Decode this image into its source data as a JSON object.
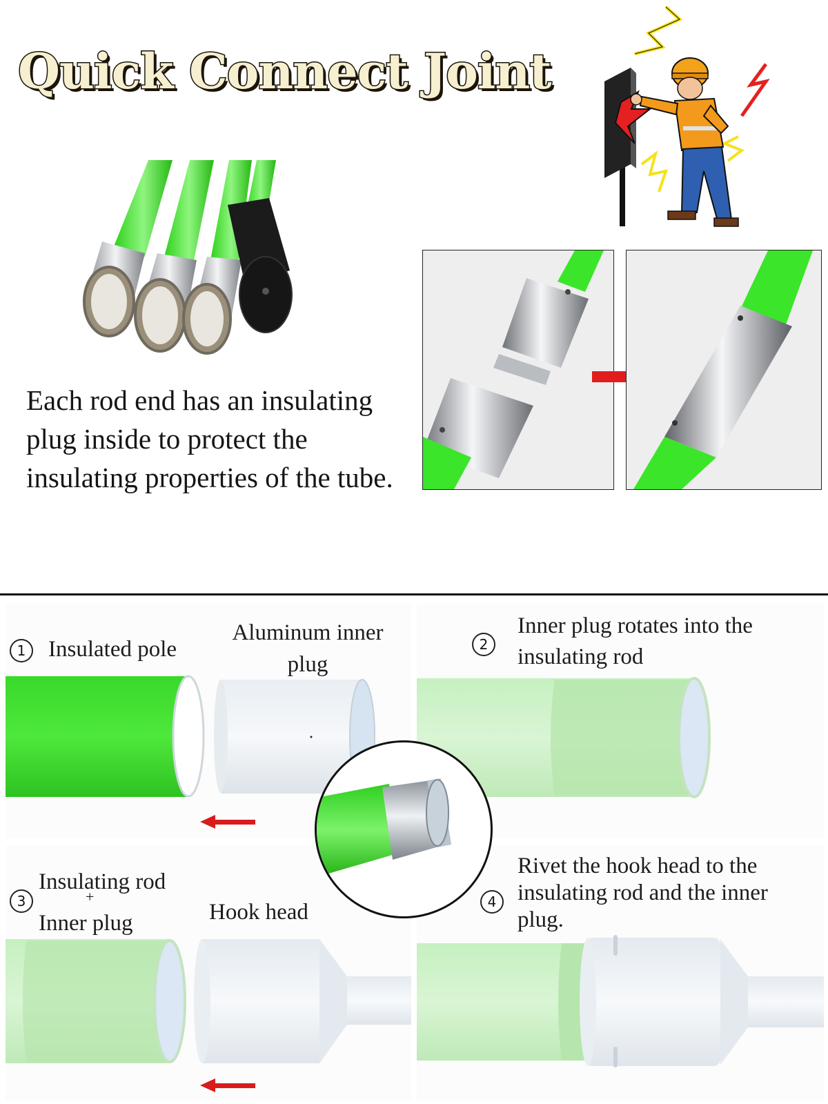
{
  "header": {
    "title": "Quick Connect Joint"
  },
  "intro": {
    "description": "Each rod end has an insulating plug inside to protect the insulating properties of the tube."
  },
  "icons": {
    "worker_shock": "electric-shock-warning-icon",
    "arrow_right": "arrow-right-icon",
    "arrow_left": "arrow-left-icon"
  },
  "colors": {
    "rod_green": "#3ee62a",
    "rod_green_light": "#bdeeb8",
    "arrow_red": "#e21c1c",
    "metal": "#c9ccd1"
  },
  "steps": [
    {
      "number": "1",
      "label": "Insulated pole",
      "part_label": "Aluminum inner plug"
    },
    {
      "number": "2",
      "label": "Inner plug rotates into the insulating rod"
    },
    {
      "number": "3",
      "label_top": "Insulating rod",
      "plus": "+",
      "label_bottom": "Inner plug",
      "part_label": "Hook head"
    },
    {
      "number": "4",
      "label": "Rivet the hook head to the insulating rod and the inner plug."
    }
  ]
}
